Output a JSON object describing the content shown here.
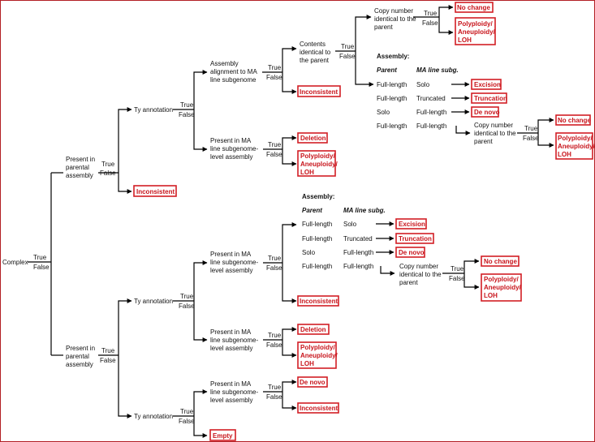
{
  "root": {
    "label": "Complex",
    "true": "True",
    "false": "False"
  },
  "upper": {
    "present_parental": [
      "Present in",
      "parental",
      "assembly"
    ],
    "tf": {
      "true": "True",
      "false": "False"
    },
    "inconsistent_a": "Inconsistent",
    "ty_annotation": "Ty annotation",
    "tf2": {
      "true": "True",
      "false": "False"
    },
    "assembly_alignment": [
      "Assembly",
      "alignment to MA",
      "line subgenome"
    ],
    "tf3": {
      "true": "True",
      "false": "False"
    },
    "contents_identical": [
      "Contents",
      "identical to",
      "the parent"
    ],
    "tf4": {
      "true": "True",
      "false": "False"
    },
    "copy_number_top": [
      "Copy number",
      "identical to the",
      "parent"
    ],
    "tf5": {
      "true": "True",
      "false": "False"
    },
    "no_change_1": "No change",
    "polyploidy_1": [
      "Polyploidy/",
      "Aneuploidy/",
      "LOH"
    ],
    "assembly_table": {
      "title": "Assembly:",
      "col_parent": "Parent",
      "col_ma": "MA line subg.",
      "rows": [
        {
          "parent": "Full-length",
          "ma": "Solo",
          "outcome": "Excision"
        },
        {
          "parent": "Full-length",
          "ma": "Truncated",
          "outcome": "Truncation"
        },
        {
          "parent": "Solo",
          "ma": "Full-length",
          "outcome": "De novo"
        },
        {
          "parent": "Full-length",
          "ma": "Full-length",
          "outcome": ""
        }
      ]
    },
    "copy_number_2": [
      "Copy number",
      "identical to the",
      "parent"
    ],
    "tf6": {
      "true": "True",
      "false": "False"
    },
    "no_change_2": "No change",
    "polyploidy_2": [
      "Polyploidy/",
      "Aneuploidy/",
      "LOH"
    ],
    "inconsistent_b": "Inconsistent",
    "present_ma_1": [
      "Present in MA",
      "line subgenome-",
      "level assembly"
    ],
    "tf7": {
      "true": "True",
      "false": "False"
    },
    "deletion_1": "Deletion",
    "polyploidy_3": [
      "Polyploidy/",
      "Aneuploidy/",
      "LOH"
    ]
  },
  "lower": {
    "present_parental": [
      "Present in",
      "parental",
      "assembly"
    ],
    "tf": {
      "true": "True",
      "false": "False"
    },
    "ty_annotation_1": "Ty annotation",
    "tf2": {
      "true": "True",
      "false": "False"
    },
    "present_ma_2": [
      "Present in MA",
      "line subgenome-",
      "level assembly"
    ],
    "tf3": {
      "true": "True",
      "false": "False"
    },
    "assembly_table": {
      "title": "Assembly:",
      "col_parent": "Parent",
      "col_ma": "MA line subg.",
      "rows": [
        {
          "parent": "Full-length",
          "ma": "Solo",
          "outcome": "Excision"
        },
        {
          "parent": "Full-length",
          "ma": "Truncated",
          "outcome": "Truncation"
        },
        {
          "parent": "Solo",
          "ma": "Full-length",
          "outcome": "De novo"
        },
        {
          "parent": "Full-length",
          "ma": "Full-length",
          "outcome": ""
        }
      ]
    },
    "copy_number_3": [
      "Copy number",
      "identical to the",
      "parent"
    ],
    "tf4": {
      "true": "True",
      "false": "False"
    },
    "no_change_3": "No change",
    "polyploidy_4": [
      "Polyploidy/",
      "Aneuploidy/",
      "LOH"
    ],
    "inconsistent_c": "Inconsistent",
    "present_ma_3": [
      "Present in MA",
      "line subgenome-",
      "level assembly"
    ],
    "tf5": {
      "true": "True",
      "false": "False"
    },
    "deletion_2": "Deletion",
    "polyploidy_5": [
      "Polyploidy/",
      "Aneuploidy/",
      "LOH"
    ],
    "ty_annotation_2": "Ty annotation",
    "tf6": {
      "true": "True",
      "false": "False"
    },
    "present_ma_4": [
      "Present in MA",
      "line subgenome-",
      "level assembly"
    ],
    "tf7": {
      "true": "True",
      "false": "False"
    },
    "de_novo_2": "De novo",
    "inconsistent_d": "Inconsistent",
    "empty": "Empty"
  },
  "colors": {
    "outcome_border": "#d21e25",
    "outcome_text": "#c8141b",
    "line": "#000000",
    "frame": "#b21f24"
  }
}
